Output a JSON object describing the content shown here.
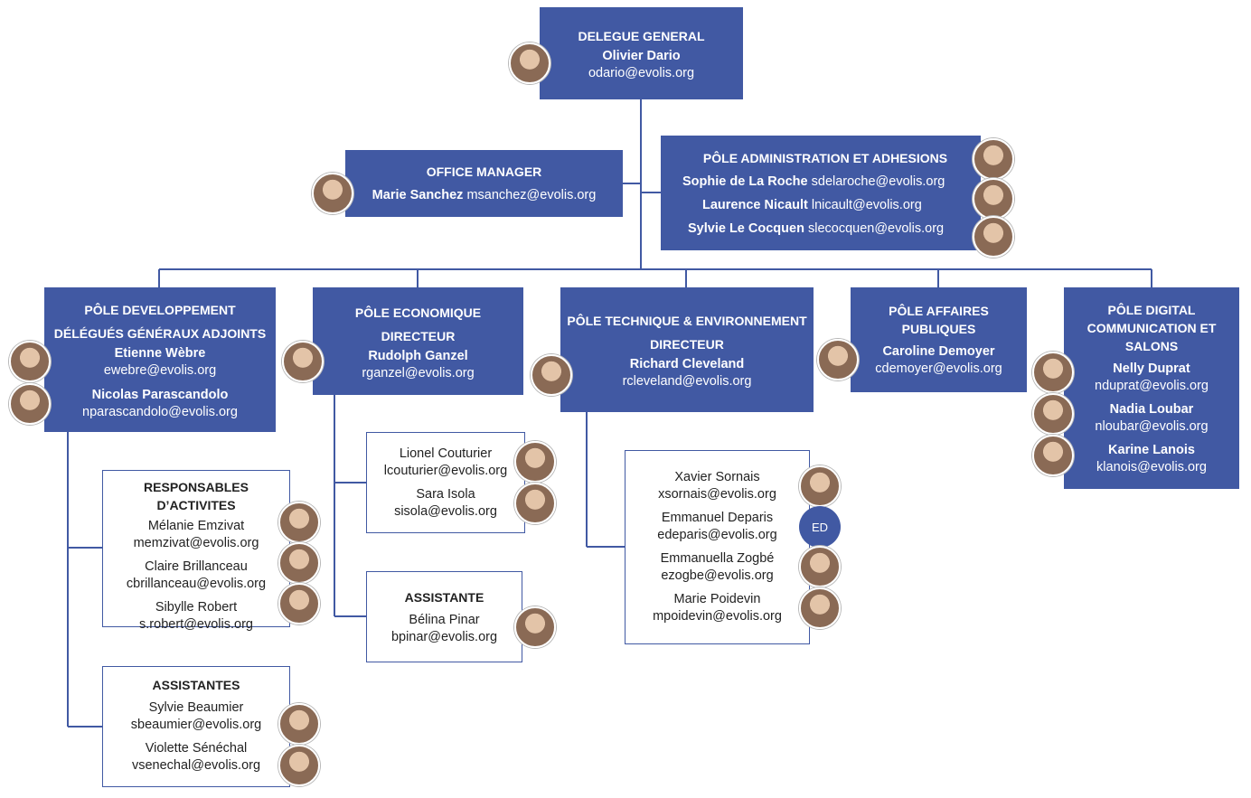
{
  "delegue": {
    "title": "DELEGUE GENERAL",
    "name": "Olivier Dario",
    "email": "odario@evolis.org"
  },
  "office": {
    "title": "OFFICE MANAGER",
    "name": "Marie Sanchez",
    "email": "msanchez@evolis.org"
  },
  "admin": {
    "title": "PÔLE ADMINISTRATION ET ADHESIONS",
    "people": [
      {
        "name": "Sophie de La Roche",
        "email": "sdelaroche@evolis.org"
      },
      {
        "name": "Laurence Nicault",
        "email": "lnicault@evolis.org"
      },
      {
        "name": "Sylvie Le Cocquen",
        "email": "slecocquen@evolis.org"
      }
    ]
  },
  "dev": {
    "title1": "PÔLE DEVELOPPEMENT",
    "title2": "DÉLÉGUÉS GÉNÉRAUX ADJOINTS",
    "people": [
      {
        "name": "Etienne Wèbre",
        "email": "ewebre@evolis.org"
      },
      {
        "name": "Nicolas Parascandolo",
        "email": "nparascandolo@evolis.org"
      }
    ]
  },
  "eco": {
    "title1": "PÔLE ECONOMIQUE",
    "title2": "DIRECTEUR",
    "name": "Rudolph Ganzel",
    "email": "rganzel@evolis.org"
  },
  "tech": {
    "title1": "PÔLE TECHNIQUE & ENVIRONNEMENT",
    "title2": "DIRECTEUR",
    "name": "Richard Cleveland",
    "email": "rcleveland@evolis.org"
  },
  "aff": {
    "title1": "PÔLE AFFAIRES",
    "title2": "PUBLIQUES",
    "name": "Caroline Demoyer",
    "email": "cdemoyer@evolis.org"
  },
  "digital": {
    "title1": "PÔLE DIGITAL",
    "title2": "COMMUNICATION ET",
    "title3": "SALONS",
    "people": [
      {
        "name": "Nelly Duprat",
        "email": "nduprat@evolis.org"
      },
      {
        "name": "Nadia Loubar",
        "email": "nloubar@evolis.org"
      },
      {
        "name": "Karine Lanois",
        "email": "klanois@evolis.org"
      }
    ]
  },
  "resp": {
    "title": "RESPONSABLES D’ACTIVITES",
    "people": [
      {
        "name": "Mélanie Emzivat",
        "email": "memzivat@evolis.org"
      },
      {
        "name": "Claire Brillanceau",
        "email": "cbrillanceau@evolis.org"
      },
      {
        "name": "Sibylle Robert",
        "email": "s.robert@evolis.org"
      }
    ]
  },
  "assistantes": {
    "title": "ASSISTANTES",
    "people": [
      {
        "name": "Sylvie Beaumier",
        "email": "sbeaumier@evolis.org"
      },
      {
        "name": "Violette Sénéchal",
        "email": "vsenechal@evolis.org"
      }
    ]
  },
  "ecoTeam": {
    "people": [
      {
        "name": "Lionel Couturier",
        "email": "lcouturier@evolis.org"
      },
      {
        "name": "Sara Isola",
        "email": "sisola@evolis.org"
      }
    ]
  },
  "assistante": {
    "title": "ASSISTANTE",
    "name": "Bélina Pinar",
    "email": "bpinar@evolis.org"
  },
  "techTeam": {
    "people": [
      {
        "name": "Xavier Sornais",
        "email": "xsornais@evolis.org"
      },
      {
        "name": "Emmanuel Deparis",
        "email": "edeparis@evolis.org"
      },
      {
        "name": "Emmanuella Zogbé",
        "email": "ezogbe@evolis.org"
      },
      {
        "name": "Marie Poidevin",
        "email": "mpoidevin@evolis.org"
      }
    ]
  },
  "initials": {
    "ed": "ED"
  },
  "colors": {
    "box": "#4159a3",
    "line": "#4159a3"
  }
}
